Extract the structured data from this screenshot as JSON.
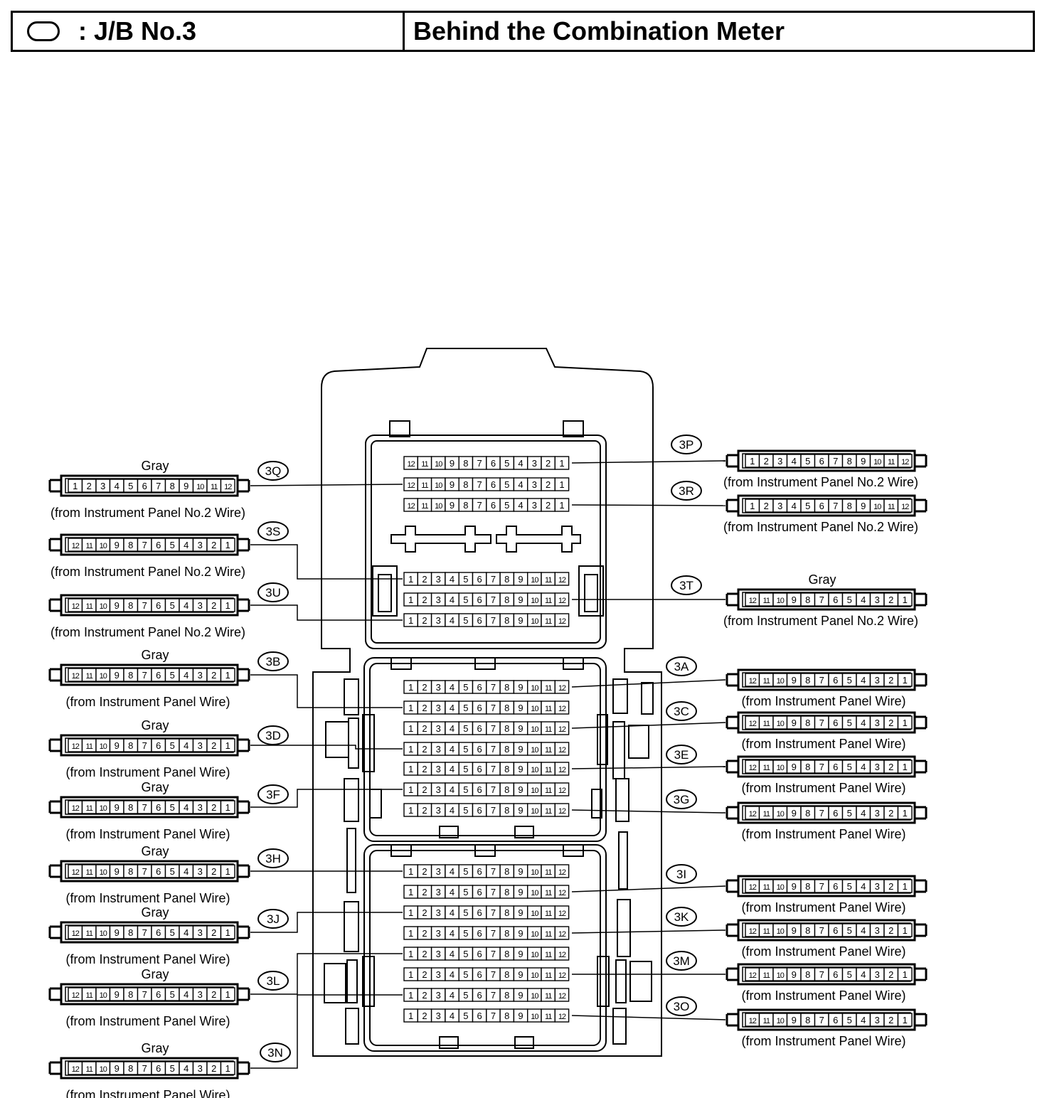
{
  "header": {
    "legend_icon": "oval-icon",
    "title": ": J/B No.3",
    "location": "Behind the Combination Meter"
  },
  "pins_ascending": [
    "1",
    "2",
    "3",
    "4",
    "5",
    "6",
    "7",
    "8",
    "9",
    "10",
    "11",
    "12"
  ],
  "pins_descending": [
    "12",
    "11",
    "10",
    "9",
    "8",
    "7",
    "6",
    "5",
    "4",
    "3",
    "2",
    "1"
  ],
  "connectors": [
    {
      "id": "3Q",
      "side": "left",
      "color": "Gray",
      "source": "(from Instrument Panel No.2 Wire)",
      "order": "asc"
    },
    {
      "id": "3S",
      "side": "left",
      "color": "",
      "source": "(from Instrument Panel No.2 Wire)",
      "order": "desc"
    },
    {
      "id": "3U",
      "side": "left",
      "color": "",
      "source": "(from Instrument Panel No.2 Wire)",
      "order": "desc"
    },
    {
      "id": "3B",
      "side": "left",
      "color": "Gray",
      "source": "(from Instrument Panel Wire)",
      "order": "desc"
    },
    {
      "id": "3D",
      "side": "left",
      "color": "Gray",
      "source": "(from Instrument Panel Wire)",
      "order": "desc"
    },
    {
      "id": "3F",
      "side": "left",
      "color": "Gray",
      "source": "(from Instrument Panel Wire)",
      "order": "desc"
    },
    {
      "id": "3H",
      "side": "left",
      "color": "Gray",
      "source": "(from Instrument Panel Wire)",
      "order": "desc"
    },
    {
      "id": "3J",
      "side": "left",
      "color": "Gray",
      "source": "(from Instrument Panel Wire)",
      "order": "desc"
    },
    {
      "id": "3L",
      "side": "left",
      "color": "Gray",
      "source": "(from Instrument Panel Wire)",
      "order": "desc"
    },
    {
      "id": "3N",
      "side": "left",
      "color": "Gray",
      "source": "(from Instrument Panel Wire)",
      "order": "desc"
    },
    {
      "id": "3P",
      "side": "right",
      "color": "",
      "source": "(from Instrument Panel No.2 Wire)",
      "order": "asc"
    },
    {
      "id": "3R",
      "side": "right",
      "color": "",
      "source": "(from Instrument Panel No.2 Wire)",
      "order": "asc"
    },
    {
      "id": "3T",
      "side": "right",
      "color": "Gray",
      "source": "(from Instrument Panel No.2 Wire)",
      "order": "desc"
    },
    {
      "id": "3A",
      "side": "right",
      "color": "",
      "source": "(from Instrument Panel Wire)",
      "order": "desc"
    },
    {
      "id": "3C",
      "side": "right",
      "color": "",
      "source": "(from Instrument Panel Wire)",
      "order": "desc"
    },
    {
      "id": "3E",
      "side": "right",
      "color": "",
      "source": "(from Instrument Panel Wire)",
      "order": "desc"
    },
    {
      "id": "3G",
      "side": "right",
      "color": "",
      "source": "(from Instrument Panel Wire)",
      "order": "desc"
    },
    {
      "id": "3I",
      "side": "right",
      "color": "",
      "source": "(from Instrument Panel Wire)",
      "order": "desc"
    },
    {
      "id": "3K",
      "side": "right",
      "color": "",
      "source": "(from Instrument Panel Wire)",
      "order": "desc"
    },
    {
      "id": "3M",
      "side": "right",
      "color": "",
      "source": "(from Instrument Panel Wire)",
      "order": "desc"
    },
    {
      "id": "3O",
      "side": "right",
      "color": "",
      "source": "(from Instrument Panel Wire)",
      "order": "desc"
    }
  ],
  "box_rows": [
    {
      "order": "desc",
      "connector": "3P"
    },
    {
      "order": "desc",
      "connector": "3Q"
    },
    {
      "order": "desc",
      "connector": "3R"
    },
    {
      "order": "asc",
      "connector": "3S"
    },
    {
      "order": "asc",
      "connector": "3T"
    },
    {
      "order": "asc",
      "connector": "3U"
    },
    {
      "order": "asc",
      "connector": "3A"
    },
    {
      "order": "asc",
      "connector": "3B"
    },
    {
      "order": "asc",
      "connector": "3C"
    },
    {
      "order": "asc",
      "connector": "3D"
    },
    {
      "order": "asc",
      "connector": "3E"
    },
    {
      "order": "asc",
      "connector": "3F"
    },
    {
      "order": "asc",
      "connector": "3G"
    },
    {
      "order": "asc",
      "connector": "3H"
    },
    {
      "order": "asc",
      "connector": "3I"
    },
    {
      "order": "asc",
      "connector": "3J"
    },
    {
      "order": "asc",
      "connector": "3K"
    },
    {
      "order": "asc",
      "connector": "3L"
    },
    {
      "order": "asc",
      "connector": "3M"
    },
    {
      "order": "asc",
      "connector": "3N"
    },
    {
      "order": "asc",
      "connector": "3O"
    }
  ]
}
